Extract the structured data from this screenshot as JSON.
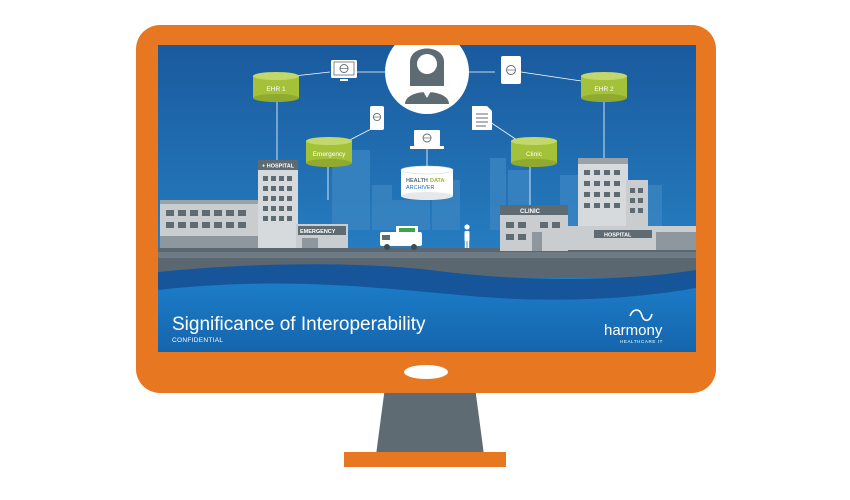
{
  "slide": {
    "title": "Significance of Interoperability",
    "confidential": "CONFIDENTIAL"
  },
  "brand": {
    "name": "harmony",
    "tagline": "HEALTHCARE IT"
  },
  "nodes": {
    "ehr1": "EHR 1",
    "ehr2": "EHR 2",
    "emergency": "Emergency",
    "clinic": "Clinic"
  },
  "archiver": {
    "line1": "HEALTH",
    "line1b": "DATA",
    "line2": "ARCHIVER"
  },
  "buildings": {
    "hospital_left": "+ HOSPITAL",
    "emergency_sign": "EMERGENCY",
    "clinic_sign": "CLINIC",
    "hospital_right": "HOSPITAL"
  },
  "icons": [
    "doctor-avatar-icon",
    "monitor-icon",
    "tablet-icon",
    "phone-icon",
    "laptop-icon",
    "document-icon",
    "ambulance-icon",
    "person-icon"
  ],
  "colors": {
    "frame": "#E87722",
    "screen_sky": "#1E6FB8",
    "database": "#A4C13A",
    "stand": "#5F6B73",
    "ground": "#5B6770"
  }
}
